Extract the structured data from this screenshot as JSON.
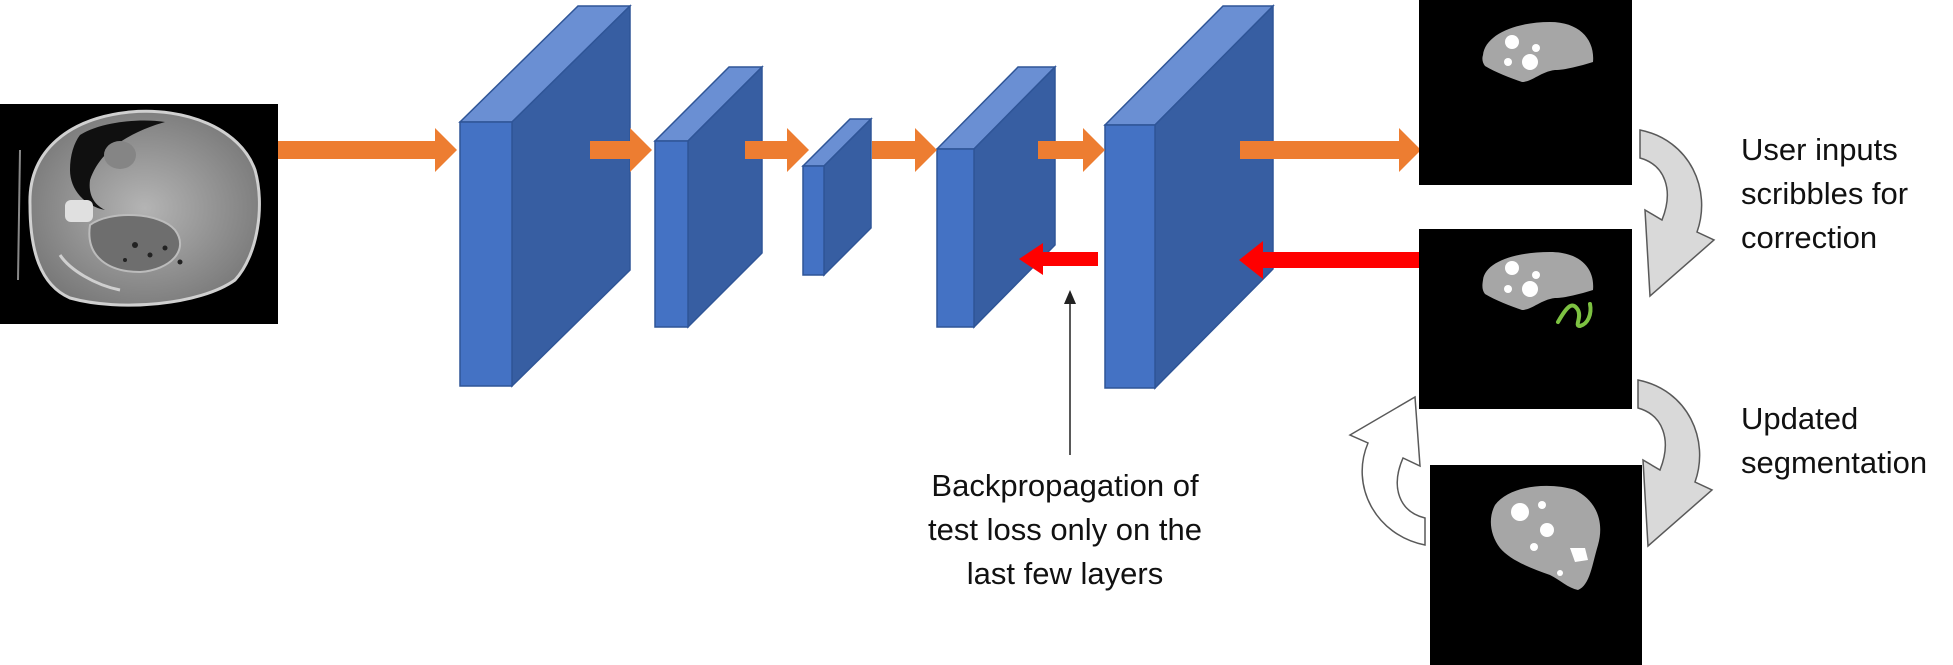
{
  "colors": {
    "layer_front": "#4472c4",
    "layer_top": "#6a8fd3",
    "layer_side": "#375ea2",
    "layer_edge": "#2f5597",
    "forward_arrow": "#ed7d31",
    "backward_arrow": "#ff0000",
    "scribble": "#7dc242",
    "loop_arrow": "#d9d9d9"
  },
  "labels": {
    "backprop": [
      "Backpropagation of",
      "test loss only on the",
      "last few layers"
    ],
    "scribble": [
      "User inputs",
      "scribbles for",
      "correction"
    ],
    "updated": [
      "Updated",
      "segmentation"
    ]
  }
}
